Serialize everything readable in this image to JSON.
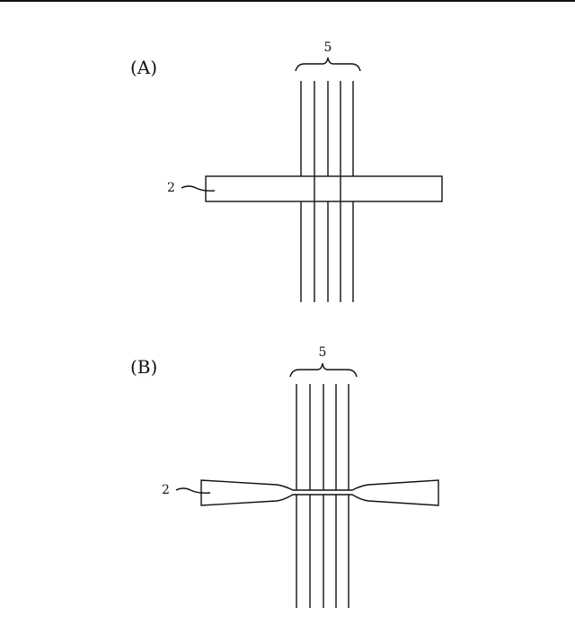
{
  "figure": {
    "panel_a": {
      "label": "(A)",
      "group_ref": "5",
      "strip_ref": "2"
    },
    "panel_b": {
      "label": "(B)",
      "group_ref": "5",
      "strip_ref": "2"
    }
  },
  "colors": {
    "line": "#111111",
    "background": "#ffffff"
  }
}
